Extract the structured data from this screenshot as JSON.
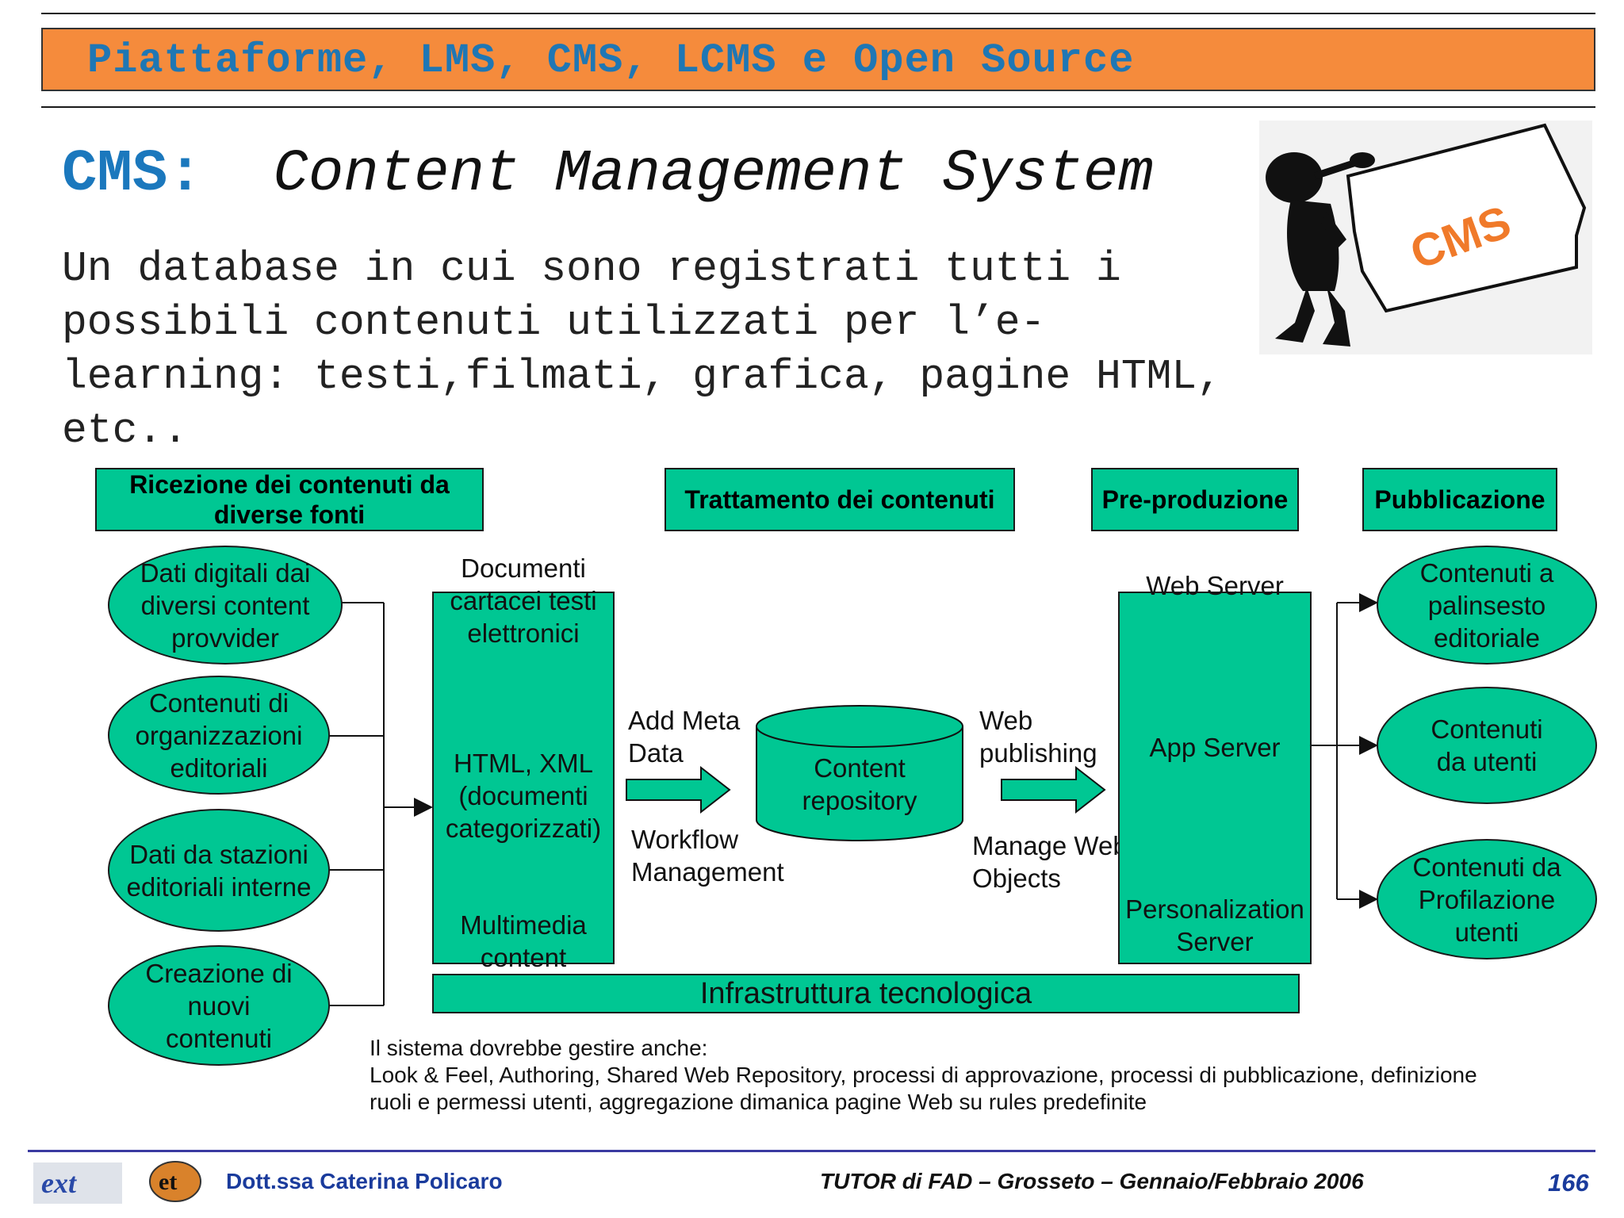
{
  "header": {
    "title": "Piattaforme, LMS, CMS, LCMS e Open Source"
  },
  "slide": {
    "acronym": "CMS:",
    "full_name": "Content Management System",
    "intro_lines": [
      "Un database in cui sono registrati tutti i",
      "possibili contenuti utilizzati per l’e-",
      "learning: testi,filmati, grafica, pagine HTML,",
      "etc.."
    ],
    "illustration_sign": "CMS"
  },
  "diagram": {
    "phases": [
      "Ricezione dei contenuti da diverse fonti",
      "Trattamento dei contenuti",
      "Pre-produzione",
      "Pubblicazione"
    ],
    "sources": [
      "Dati digitali dai diversi content provvider",
      "Contenuti di organizzazioni editoriali",
      "Dati da stazioni editoriali interne",
      "Creazione di nuovi contenuti"
    ],
    "treatment_box": {
      "label_top": "Documenti cartacei testi elettronici",
      "label_mid": "HTML, XML (documenti categorizzati)",
      "label_bottom": "Multimedia content"
    },
    "arrow1_top": "Add Meta Data",
    "arrow1_bottom": "Workflow Management",
    "repository": "Content repository",
    "arrow2_top": "Web publishing",
    "arrow2_bottom": "Manage Web Objects",
    "server_box": {
      "web": "Web Server",
      "app": "App Server",
      "personalization": "Personalization Server"
    },
    "outputs": [
      "Contenuti a palinsesto editoriale",
      "Contenuti da utenti",
      "Contenuti da Profilazione utenti"
    ],
    "infrastructure": "Infrastruttura tecnologica"
  },
  "note": {
    "line1": "Il sistema dovrebbe gestire anche:",
    "line2": "Look & Feel, Authoring, Shared Web Repository, processi di approvazione, processi di pubblicazione, definizione",
    "line3": "ruoli e permessi utenti, aggregazione dimanica pagine Web su rules predefinite"
  },
  "footer": {
    "logo1": "ext",
    "logo2": "et",
    "author": "Dott.ssa Caterina Policaro",
    "course": "TUTOR di FAD – Grosseto – Gennaio/Febbraio  2006",
    "page": "166"
  },
  "colors": {
    "banner": "#f58b3c",
    "title_blue": "#1f77b4",
    "box_green": "#00c793",
    "sign_orange": "#f07a2a"
  }
}
